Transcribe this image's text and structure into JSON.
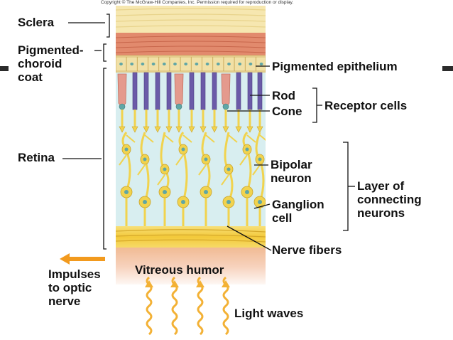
{
  "copyright": "Copyright © The McGraw-Hill Companies, Inc. Permission required for reproduction or display.",
  "labels": {
    "sclera": "Sclera",
    "choroid": "Pigmented-\nchoroid\ncoat",
    "retina": "Retina",
    "pigmented_epithelium": "Pigmented epithelium",
    "rod": "Rod",
    "cone": "Cone",
    "receptor_cells": "Receptor cells",
    "bipolar_neuron": "Bipolar\nneuron",
    "ganglion_cell": "Ganglion\ncell",
    "layer_connecting": "Layer of\nconnecting\nneurons",
    "nerve_fibers": "Nerve fibers",
    "impulses": "Impulses\nto optic\nnerve",
    "vitreous_humor": "Vitreous humor",
    "light_waves": "Light waves"
  },
  "colors": {
    "sclera": "#f6e7b0",
    "choroid": "#e28a6d",
    "epithelium": "#f1e0a6",
    "retina_bg": "#d8eef0",
    "rod": "#6b5aa8",
    "cone": "#e49a8d",
    "neuron": "#f1d34e",
    "neuron_nucleus": "#5fa6a6",
    "nerve_fibers": "#f4cf46",
    "arrow": "#f29a1e",
    "vitreous": "#f4c3a4"
  }
}
